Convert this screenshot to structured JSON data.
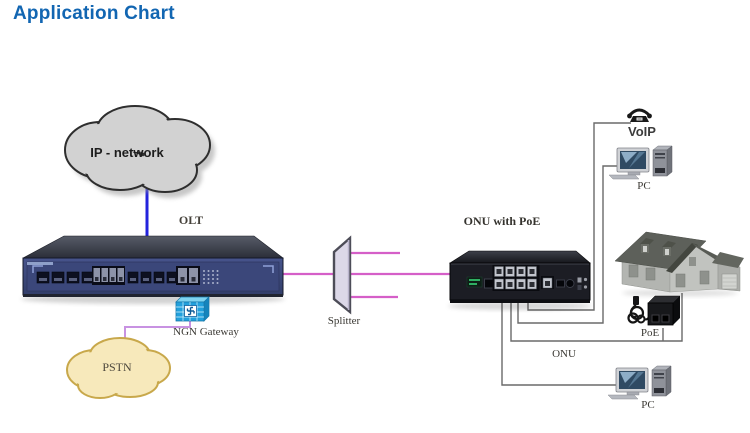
{
  "title": "Application Chart",
  "nodes": {
    "ip_network": "IP - network",
    "olt": "OLT",
    "ngn_gateway": "NGN Gateway",
    "pstn": "PSTN",
    "splitter": "Splitter",
    "onu_with_poe": "ONU with PoE",
    "onu": "ONU",
    "voip": "VoIP",
    "pc_top": "PC",
    "poe": "PoE",
    "pc_bottom": "PC"
  },
  "colors": {
    "title_blue": "#1266b2",
    "uplink_line_blue": "#2323dd",
    "pon_line_magenta": "#d55fc8",
    "gateway_line_violet": "#c892e2",
    "lan_line_gray": "#6a6a6a",
    "ip_cloud_fill": "#d2d2d2",
    "pstn_cloud_fill": "#f7e9bb",
    "olt_panel": "#3d4a77",
    "onu_panel": "#1c1d24",
    "splitter_fill": "#dcd8e8",
    "gateway_icon_blue": "#22a0dc"
  }
}
